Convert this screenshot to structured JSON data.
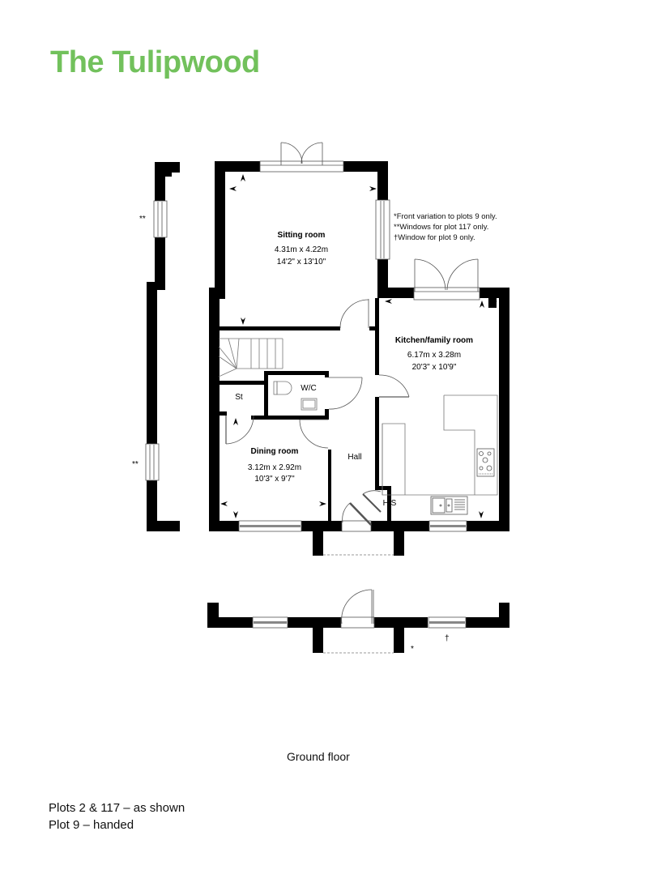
{
  "header": {
    "title": "The Tulipwood",
    "brand_color": "#72c15c"
  },
  "notes": [
    "*Front variation to plots 9 only.",
    "**Windows for plot 117 only.",
    "†Window for plot 9 only."
  ],
  "rooms": {
    "sitting": {
      "name": "Sitting room",
      "metric": "4.31m x 4.22m",
      "imperial": "14'2\" x 13'10\""
    },
    "kitchen": {
      "name": "Kitchen/family room",
      "metric": "6.17m x 3.28m",
      "imperial": "20'3\" x 10'9\""
    },
    "dining": {
      "name": "Dining room",
      "metric": "3.12m x 2.92m",
      "imperial": "10'3\" x 9'7\""
    },
    "wc": {
      "name": "W/C"
    },
    "store": {
      "name": "St"
    },
    "hall": {
      "name": "Hall"
    },
    "hs": {
      "name": "H/S"
    }
  },
  "markers": {
    "double_star": "**",
    "single_star": "*",
    "dagger": "†"
  },
  "floor_label": "Ground floor",
  "plots": [
    "Plots 2 & 117 – as shown",
    "Plot 9 – handed"
  ]
}
